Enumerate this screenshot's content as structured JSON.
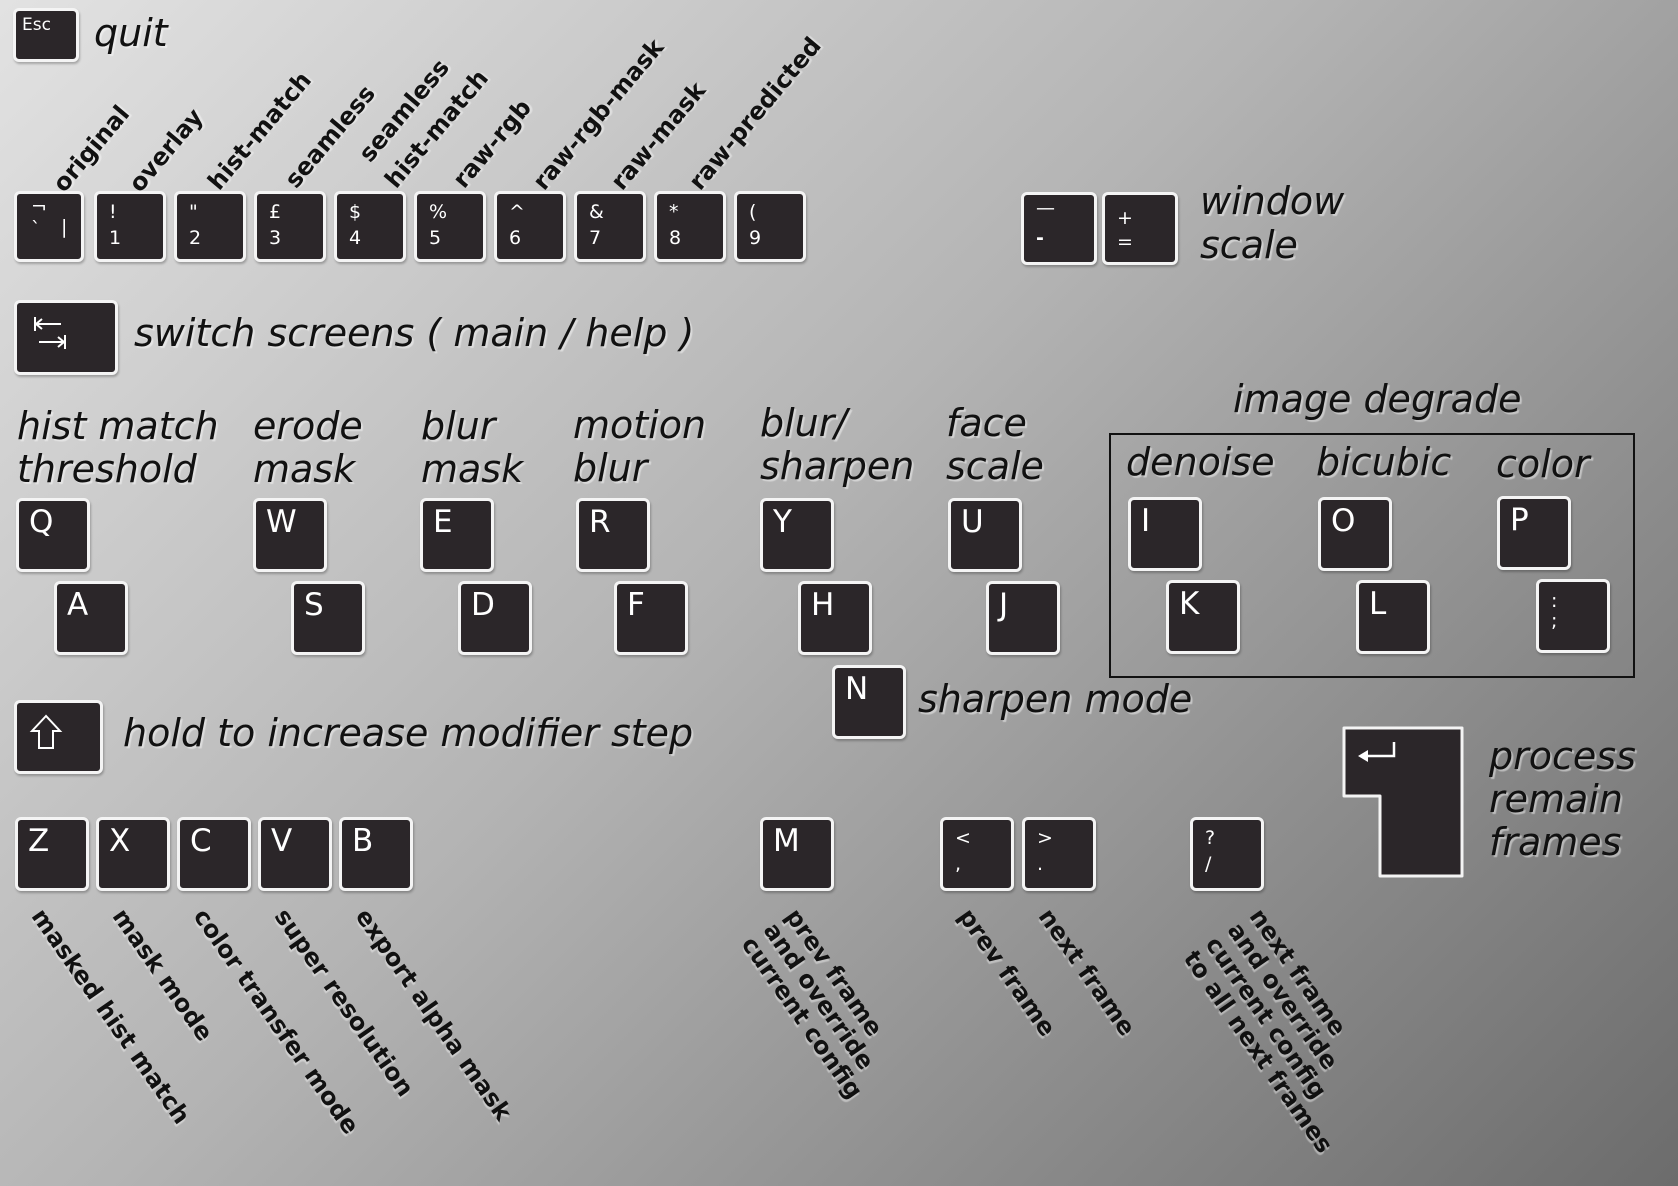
{
  "esc": {
    "key": "Esc",
    "label": "quit"
  },
  "modes": [
    {
      "label": "original",
      "top": "¬",
      "bottom": "`",
      "extra": "|"
    },
    {
      "label": "overlay",
      "top": "!",
      "bottom": "1"
    },
    {
      "label": "hist-match",
      "top": "\"",
      "bottom": "2"
    },
    {
      "label": "seamless",
      "top": "£",
      "bottom": "3"
    },
    {
      "label": "seamless\nhist-match",
      "top": "$",
      "bottom": "4"
    },
    {
      "label": "raw-rgb",
      "top": "%",
      "bottom": "5"
    },
    {
      "label": "raw-rgb-mask",
      "top": "^",
      "bottom": "6"
    },
    {
      "label": "raw-mask",
      "top": "&",
      "bottom": "7"
    },
    {
      "label": "raw-predicted",
      "top": "*",
      "bottom": "8"
    },
    {
      "label": "",
      "top": "(",
      "bottom": "9"
    }
  ],
  "window_scale": {
    "minus_top": "—",
    "minus_bottom": "-",
    "plus_top": "+",
    "plus_bottom": "=",
    "label_line1": "window",
    "label_line2": "scale"
  },
  "tab": {
    "label": "switch screens ( main / help )",
    "icon": "tab-icon"
  },
  "modifiers": [
    {
      "label1": "hist match",
      "label2": "threshold",
      "up": "Q",
      "down": "A"
    },
    {
      "label1": "erode",
      "label2": "mask",
      "up": "W",
      "down": "S"
    },
    {
      "label1": "blur",
      "label2": "mask",
      "up": "E",
      "down": "D"
    },
    {
      "label1": "motion",
      "label2": "blur",
      "up": "R",
      "down": "F"
    },
    {
      "label1": "blur/",
      "label2": "sharpen",
      "up": "Y",
      "down": "H"
    },
    {
      "label1": "face",
      "label2": "scale",
      "up": "U",
      "down": "J"
    }
  ],
  "degrade": {
    "title": "image degrade",
    "items": [
      {
        "label": "denoise",
        "up": "I",
        "down": "K"
      },
      {
        "label": "bicubic",
        "up": "O",
        "down": "L"
      },
      {
        "label": "color",
        "up": "P",
        "down_top": ":",
        "down_bottom": ";"
      }
    ]
  },
  "sharpen_mode": {
    "key": "N",
    "label": "sharpen mode"
  },
  "shift": {
    "label": "hold to increase modifier step",
    "icon": "shift-arrow-icon"
  },
  "toggles": [
    {
      "key": "Z",
      "label": "masked hist match"
    },
    {
      "key": "X",
      "label": "mask mode"
    },
    {
      "key": "C",
      "label": "color transfer mode"
    },
    {
      "key": "V",
      "label": "super resolution"
    },
    {
      "key": "B",
      "label": "export alpha mask"
    }
  ],
  "nav": {
    "m_key": "M",
    "m_label": [
      "prev frame",
      "and override",
      "current config"
    ],
    "prev_top": "<",
    "prev_bottom": ",",
    "prev_label": "prev frame",
    "next_top": ">",
    "next_bottom": ".",
    "next_label": "next frame",
    "slash_top": "?",
    "slash_bottom": "/",
    "slash_label": [
      "next frame",
      "and override",
      "current config",
      "to all next frames"
    ]
  },
  "enter": {
    "icon": "enter-return-icon",
    "label1": "process",
    "label2": "remain",
    "label3": "frames"
  }
}
